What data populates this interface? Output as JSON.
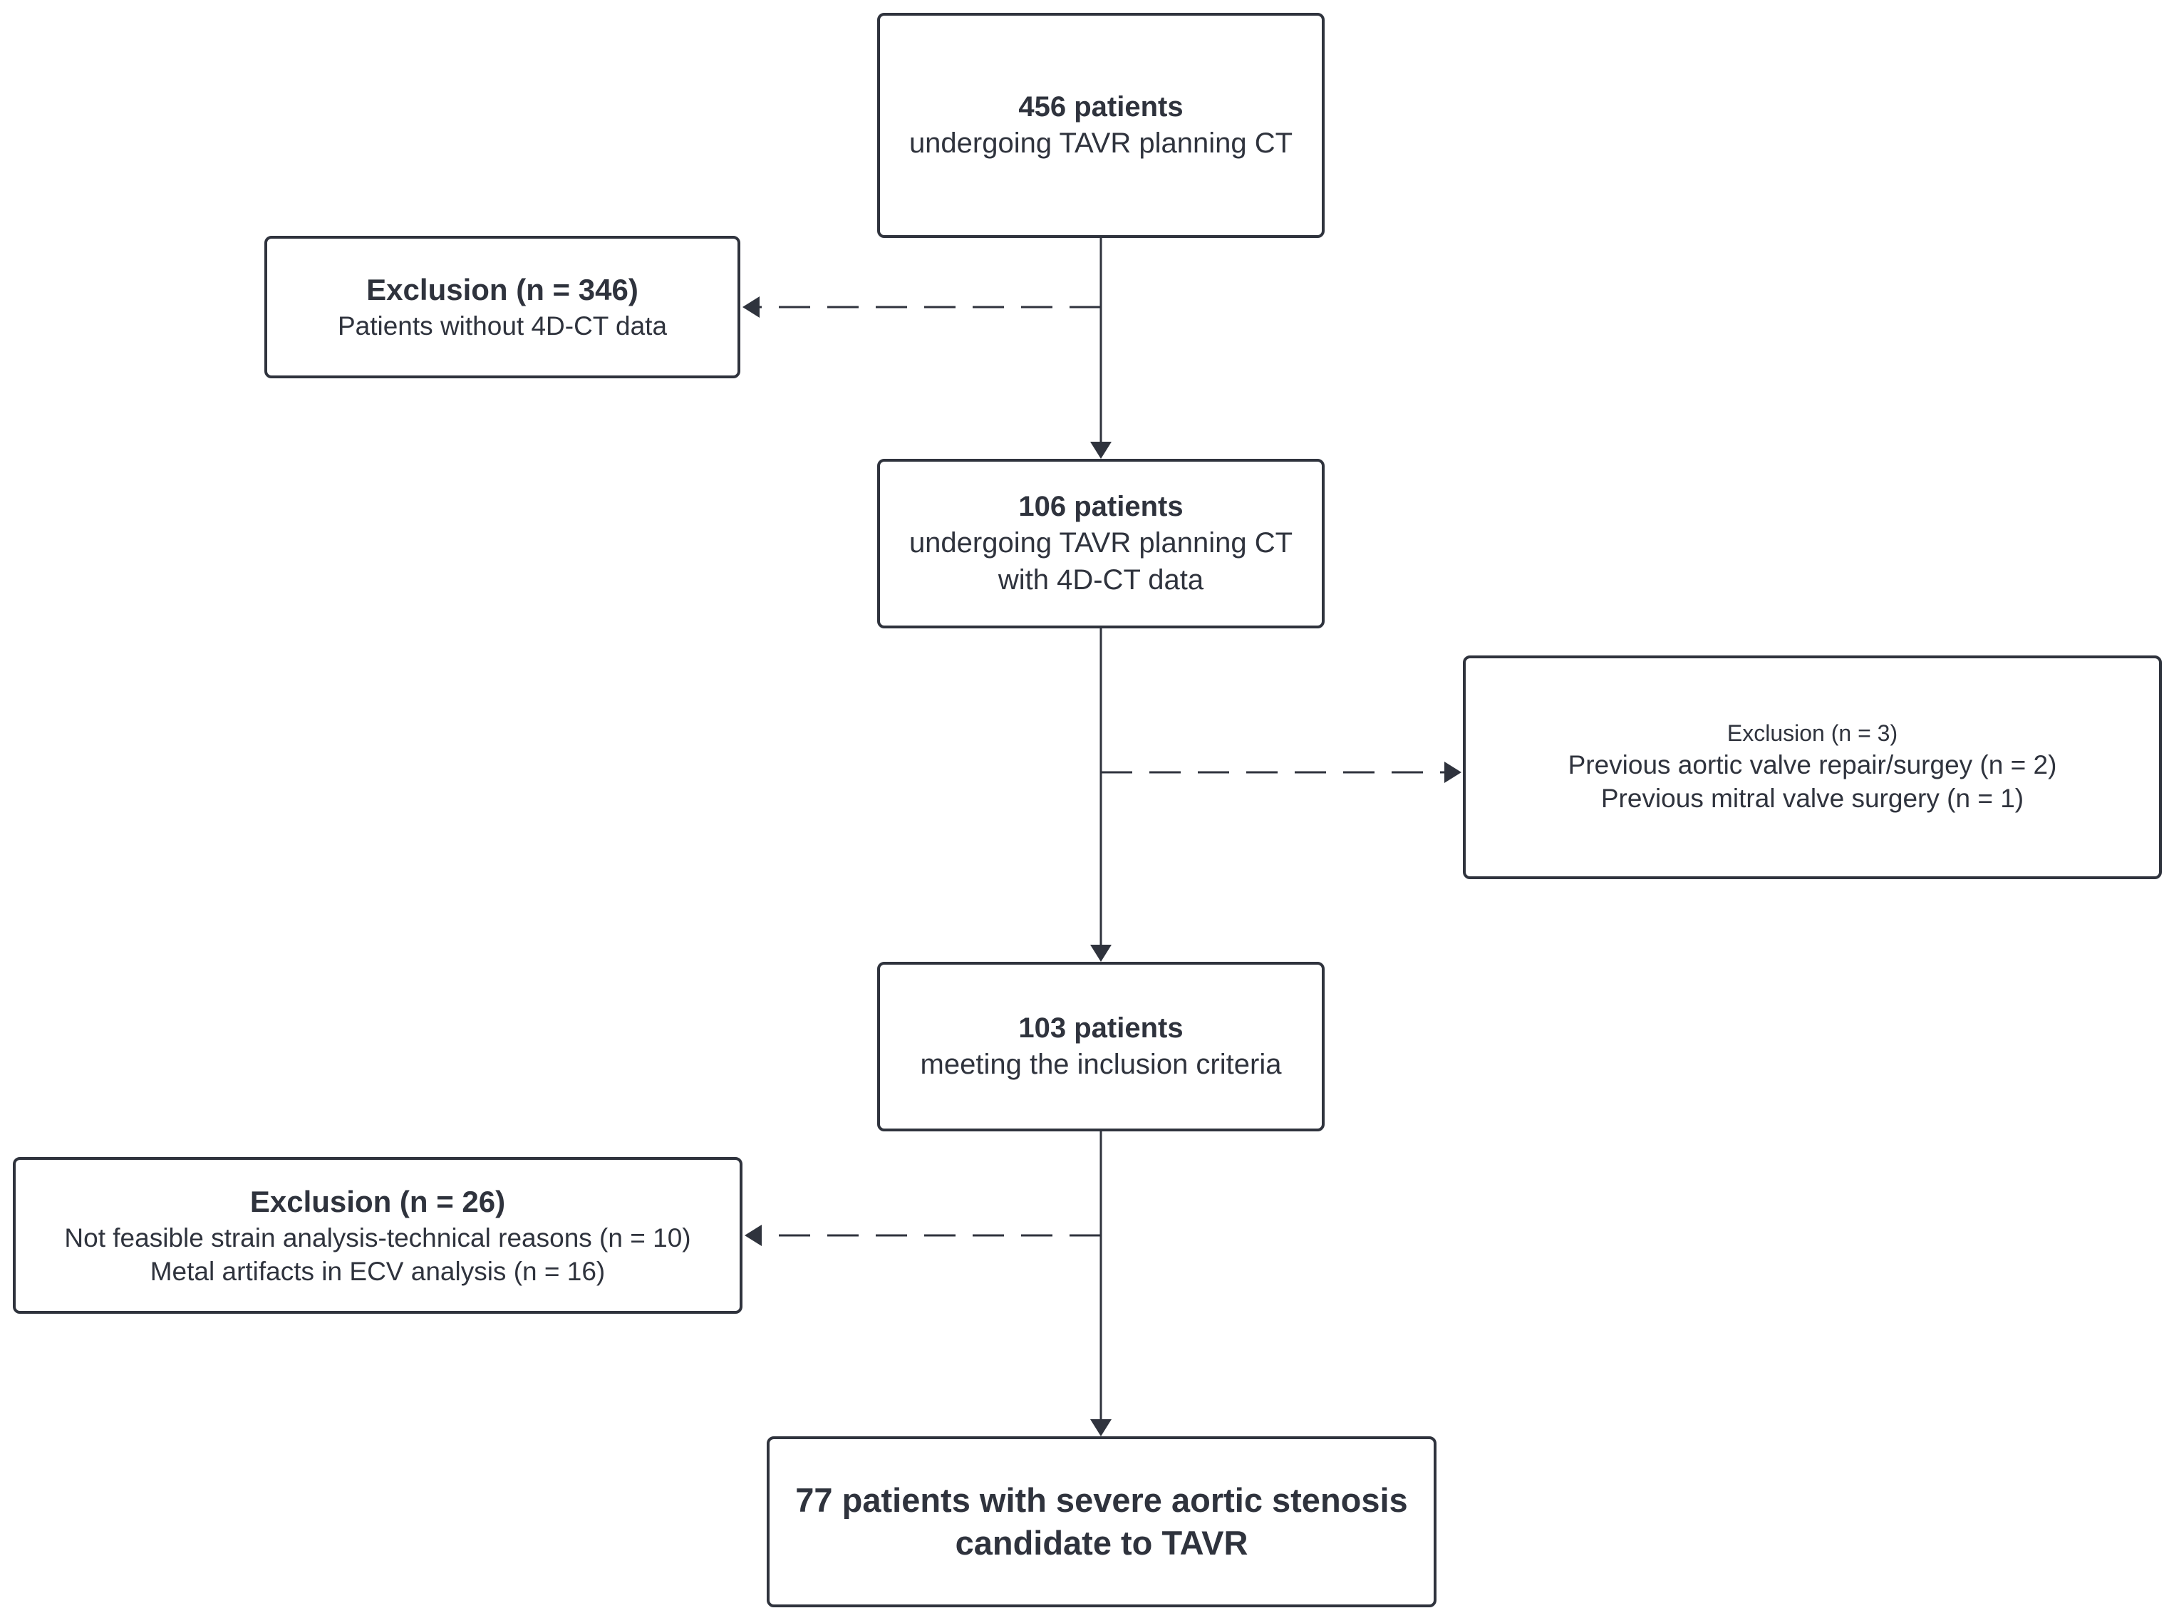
{
  "nodes": {
    "screened": {
      "title": "456 patients",
      "lines": [
        "undergoing TAVR planning CT"
      ]
    },
    "with_4dct": {
      "title": "106 patients",
      "lines": [
        "undergoing TAVR planning CT",
        "with 4D-CT data"
      ]
    },
    "included": {
      "title": "103 patients",
      "lines": [
        "meeting the inclusion criteria"
      ]
    },
    "final": {
      "lines": [
        "77 patients with severe aortic stenosis",
        "candidate to TAVR"
      ]
    }
  },
  "exclusions": {
    "first": {
      "title": "Exclusion (n = 346)",
      "lines": [
        "Patients without 4D-CT data"
      ]
    },
    "second": {
      "title": "Exclusion (n = 3)",
      "lines": [
        "Previous aortic valve repair/surgey (n = 2)",
        "Previous mitral valve surgery (n = 1)"
      ]
    },
    "third": {
      "title": "Exclusion (n = 26)",
      "lines": [
        "Not feasible strain analysis-technical reasons (n = 10)",
        "Metal artifacts in ECV analysis (n = 16)"
      ]
    }
  },
  "colors": {
    "stroke": "#2f333d",
    "text": "#2f333d",
    "background": "#ffffff"
  }
}
